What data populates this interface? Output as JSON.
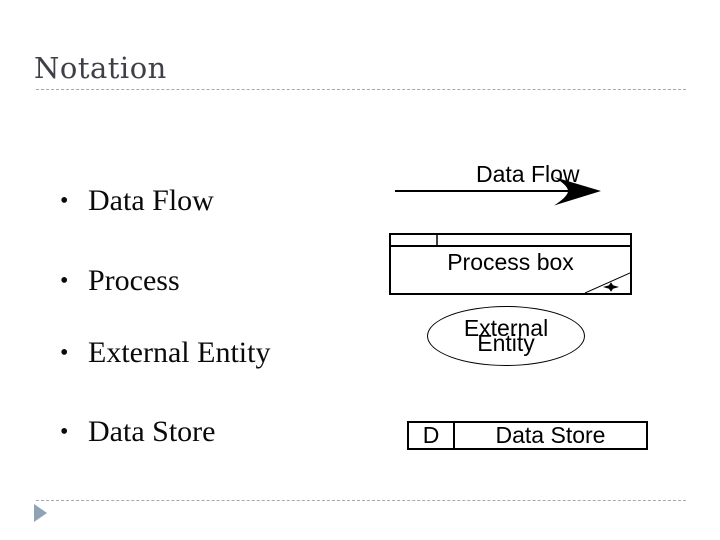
{
  "slide": {
    "title": "Notation",
    "bullet_char": "•",
    "bullets": [
      {
        "label": "Data Flow"
      },
      {
        "label": "Process"
      },
      {
        "label": "External Entity"
      },
      {
        "label": "Data Store"
      }
    ],
    "diagram": {
      "data_flow": {
        "label": "Data Flow"
      },
      "process": {
        "label": "Process box"
      },
      "external_entity": {
        "line1": "External",
        "line2": "Entity"
      },
      "data_store": {
        "id": "D",
        "label": "Data Store"
      }
    },
    "colors": {
      "title_text": "#3f3f47",
      "body_text": "#0a0a0a",
      "diagram_stroke": "#000000",
      "dashed_rule": "#a4aab0",
      "nav_triangle": "#8ea3b8",
      "background": "#ffffff"
    }
  }
}
